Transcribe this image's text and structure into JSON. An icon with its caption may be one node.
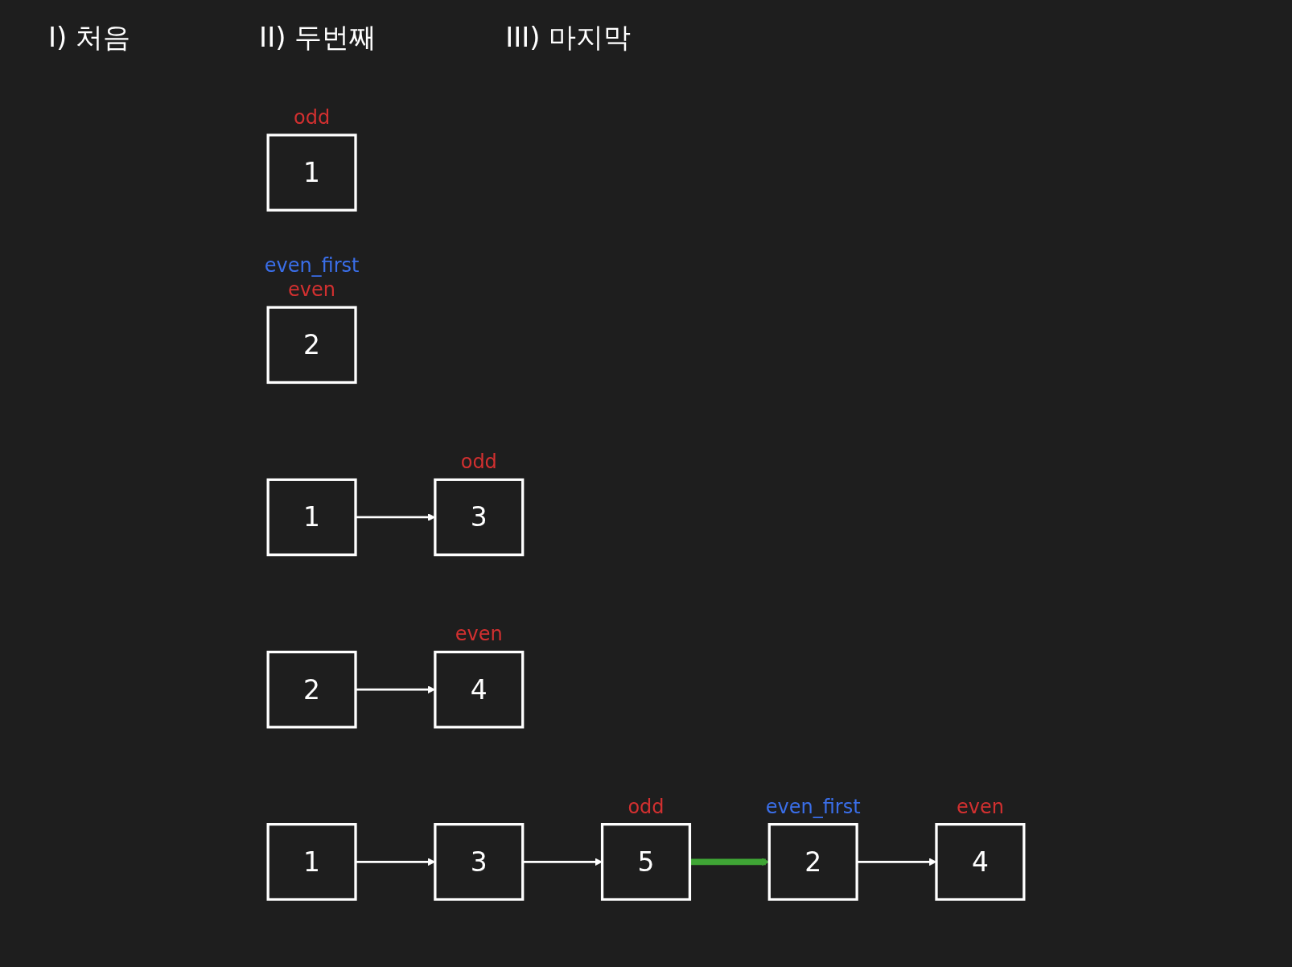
{
  "diagram": {
    "nodes": [
      {
        "text": [
          "1"
        ],
        "beside": [
          "odd"
        ]
      },
      {
        "text": [
          "2"
        ],
        "beside": [
          "even_first",
          "even"
        ]
      },
      {
        "text": [
          "1"
        ]
      },
      {
        "text": [
          "3"
        ],
        "beside": [
          "odd"
        ]
      },
      {
        "text": [
          "2"
        ]
      },
      {
        "text": [
          "4"
        ],
        "beside": [
          "even"
        ]
      },
      {
        "text": [
          "1"
        ]
      },
      {
        "text": [
          "3"
        ]
      },
      {
        "text": [
          "5"
        ],
        "beside": [
          "odd"
        ]
      },
      {
        "text": [
          "2"
        ],
        "beside": [
          "even_first"
        ]
      },
      {
        "text": [
          "4"
        ],
        "beside": [
          "even"
        ]
      }
    ],
    "edges": [
      {
        "from": 2,
        "to": 3,
        "arrow": "to"
      },
      {
        "from": 4,
        "to": 5,
        "arrow": "to"
      },
      {
        "from": 6,
        "to": 7,
        "arrow": "to"
      },
      {
        "from": 7,
        "to": 8,
        "arrow": "to"
      },
      {
        "from": 9,
        "to": 10,
        "arrow": "to"
      },
      {
        "from": 8,
        "to": 9,
        "arrow": "to",
        "style": "thick",
        "color": "#3fa535"
      }
    ],
    "labels": [
      "I) 처음",
      "II) 두번째",
      "III) 마지막"
    ]
  }
}
